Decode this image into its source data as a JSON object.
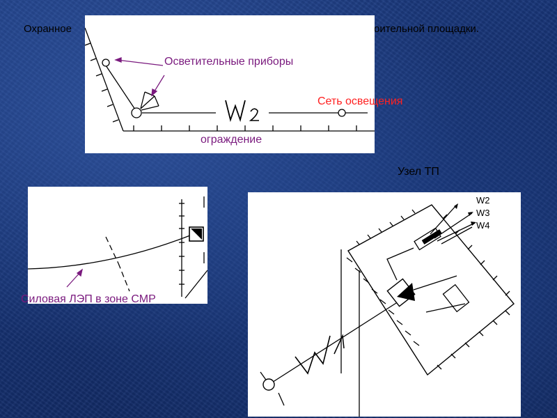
{
  "title": {
    "left": "Охранное",
    "right": "оительной площадки."
  },
  "panel1": {
    "lighting_devices": "Осветительные приборы",
    "lighting_network": "Сеть освещения",
    "fence": "ограждение",
    "line_symbol": "W2"
  },
  "panel2": {
    "power_line": "Силовая ЛЭП в зоне СМР"
  },
  "panel3": {
    "tp_node": "Узел ТП",
    "outputs": [
      "W2",
      "W3",
      "W4"
    ],
    "line_symbol": "W1"
  },
  "colors": {
    "background": "#163273",
    "label_purple": "#7a1a7e",
    "label_red": "#ff2020"
  }
}
